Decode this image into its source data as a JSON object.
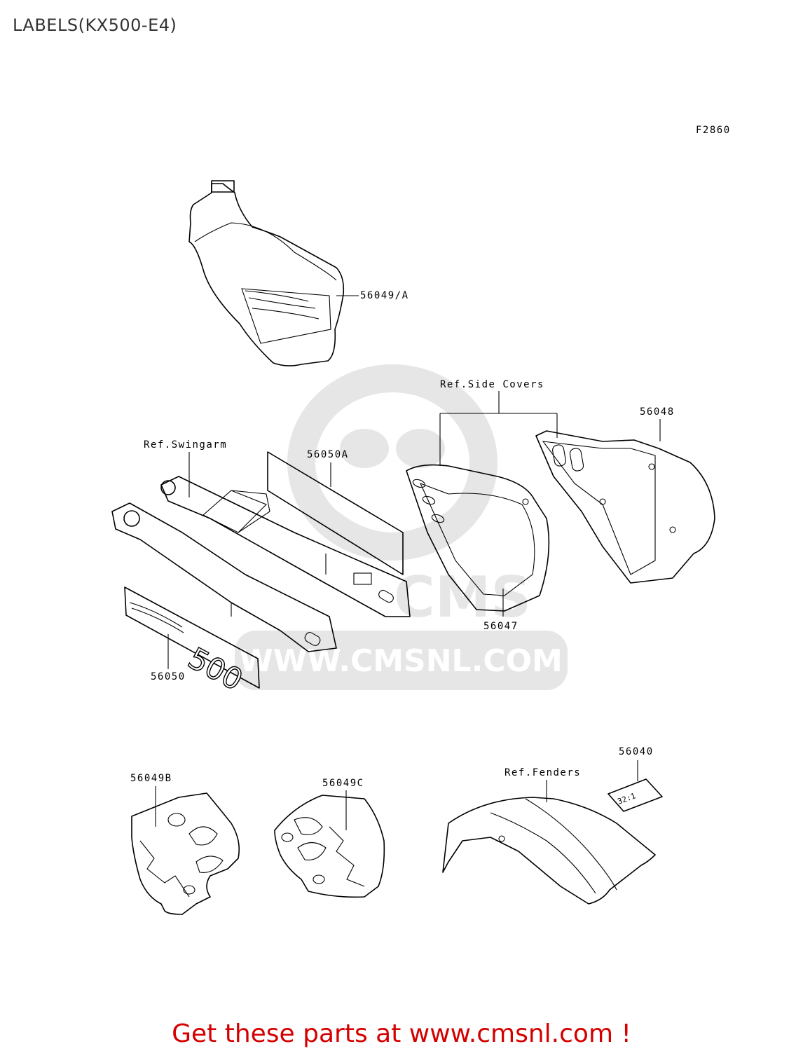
{
  "page": {
    "title": "LABELS(KX500-E4)",
    "figure_code": "F2860",
    "footer": "Get these parts at www.cmsnl.com !"
  },
  "watermark": {
    "brand": "CMS",
    "url": "WWW.CMSNL.COM"
  },
  "labels": {
    "tank": "56049/A",
    "side_covers_ref": "Ref.Side Covers",
    "p56048": "56048",
    "swingarm_ref": "Ref.Swingarm",
    "p56050a": "56050A",
    "p56047": "56047",
    "p56050": "56050",
    "p56040": "56040",
    "fenders_ref": "Ref.Fenders",
    "p56049b": "56049B",
    "p56049c": "56049C",
    "decal_text": "500",
    "tag_text": "32:1"
  }
}
